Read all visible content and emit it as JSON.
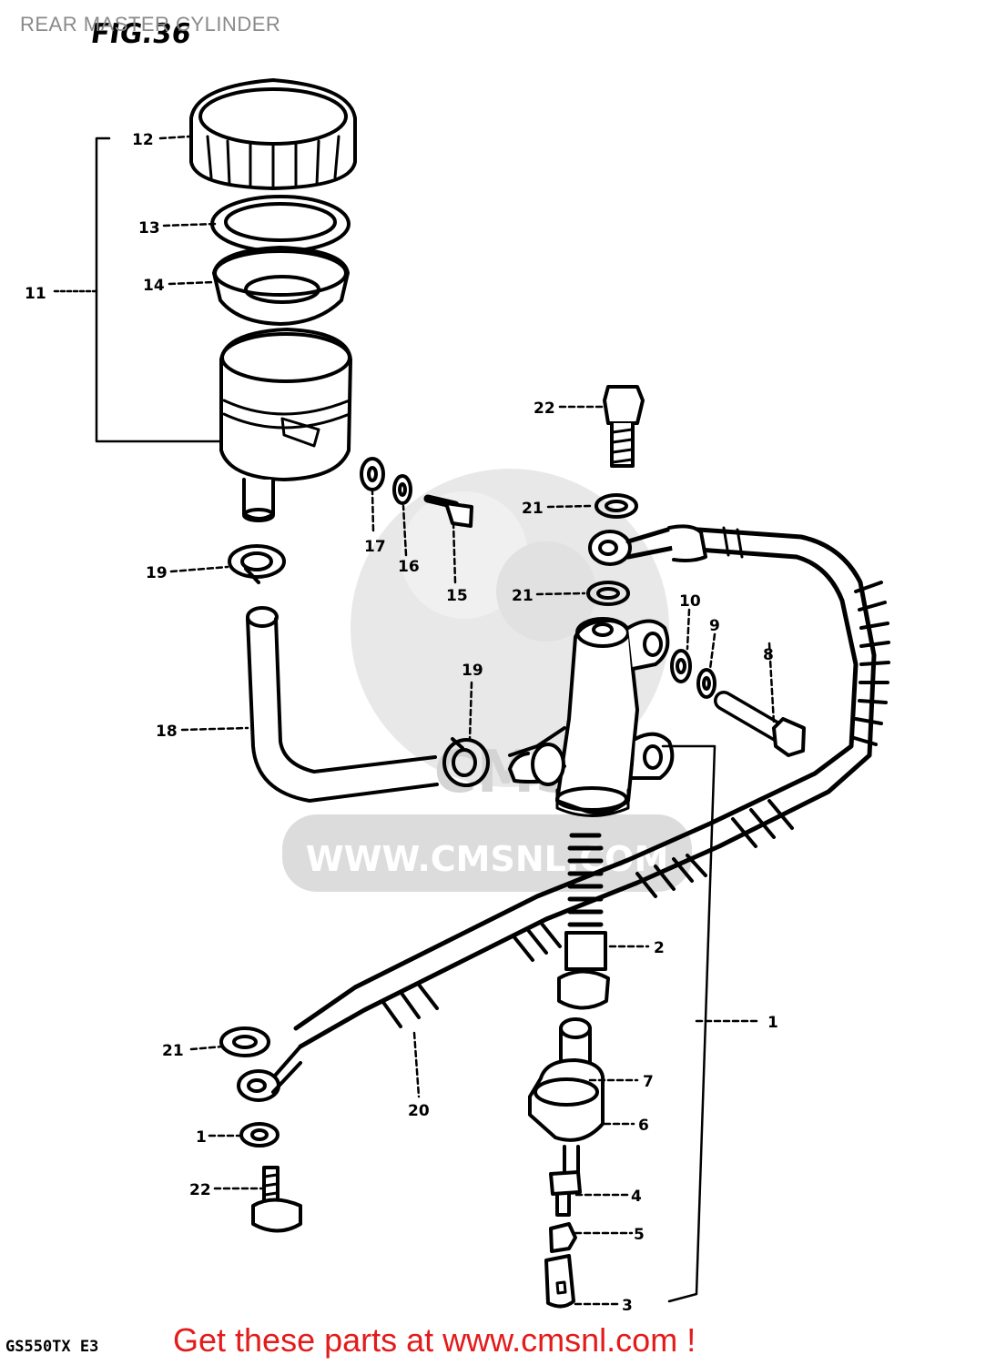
{
  "header": {
    "title": "REAR MASTER CYLINDER",
    "fig_label": "FIG.36"
  },
  "watermark": {
    "text": "WWW.CMSNL.COM",
    "logo_text": "CMS"
  },
  "footer": {
    "model": "GS550TX E3",
    "cta": "Get these parts at www.cmsnl.com !"
  },
  "callouts": {
    "c1a": "1",
    "c1b": "1",
    "c2": "2",
    "c3": "3",
    "c4": "4",
    "c5": "5",
    "c6": "6",
    "c7": "7",
    "c8": "8",
    "c9": "9",
    "c10": "10",
    "c11": "11",
    "c12": "12",
    "c13": "13",
    "c14": "14",
    "c15": "15",
    "c16": "16",
    "c17": "17",
    "c18": "18",
    "c19a": "19",
    "c19b": "19",
    "c20": "20",
    "c21a": "21",
    "c21b": "21",
    "c21c": "21",
    "c22a": "22",
    "c22b": "22"
  },
  "colors": {
    "line": "#000000",
    "watermark": "#d9d9d9",
    "cta": "#e31b1b",
    "header": "#8a8a8a"
  }
}
